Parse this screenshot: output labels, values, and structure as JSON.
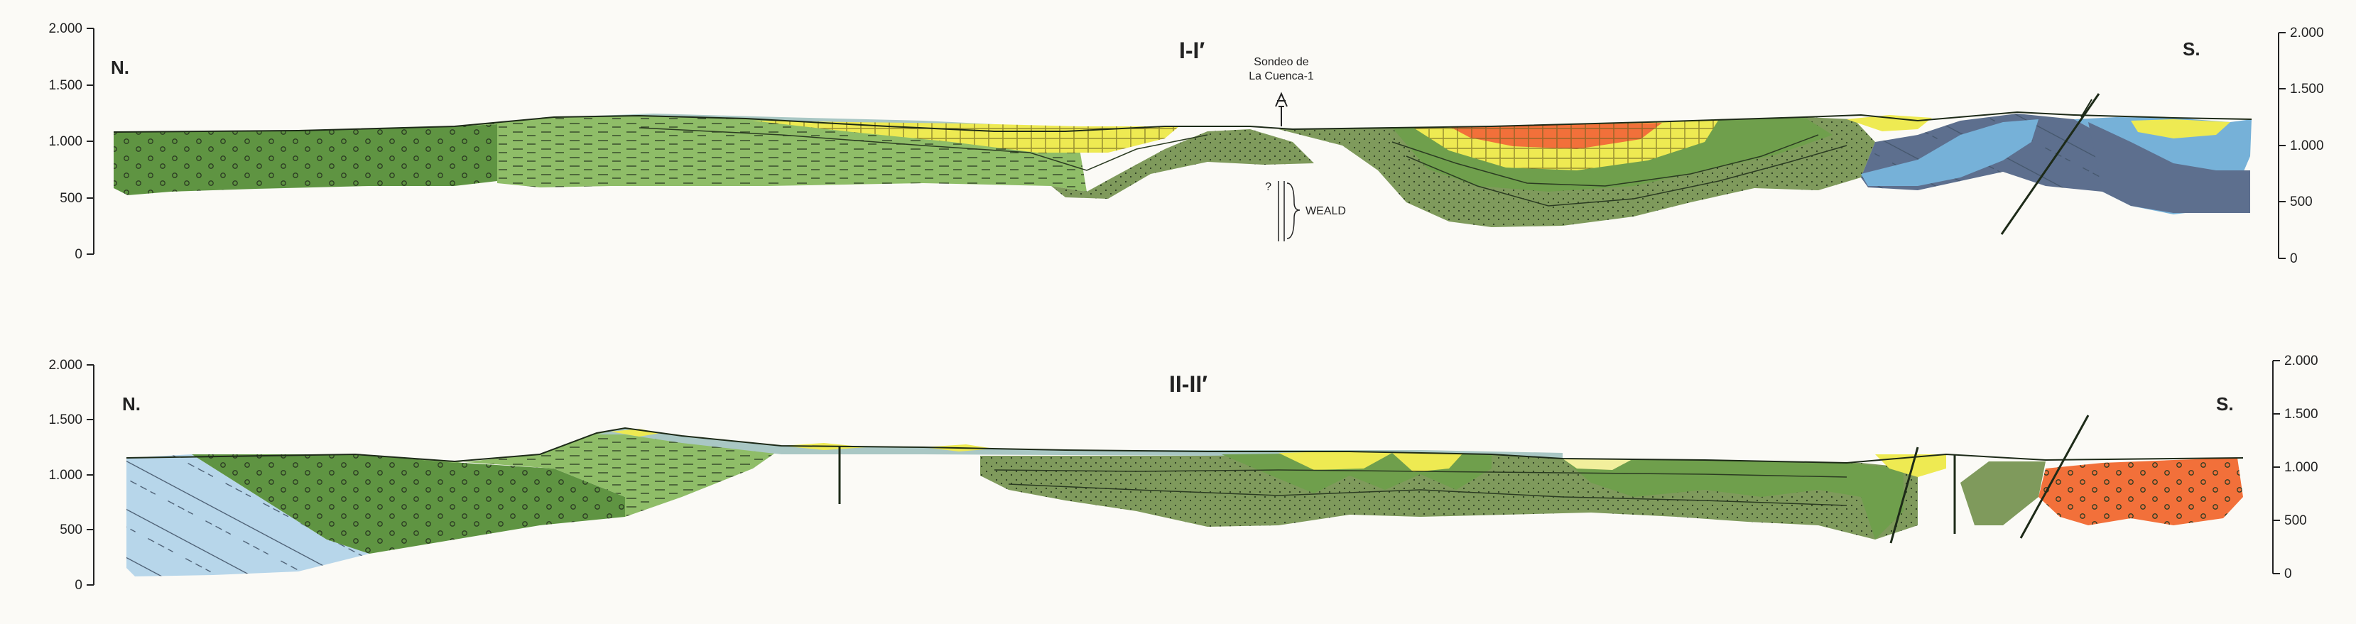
{
  "sections": [
    {
      "title": "I-I′",
      "left_direction": "N.",
      "right_direction": "S.",
      "left_axis_ticks": [
        "2.000",
        "1.500",
        "1.000",
        "500",
        "0"
      ],
      "right_axis_ticks": [
        "2.000",
        "1.500",
        "1.000",
        "500",
        "0"
      ],
      "borehole": {
        "line1": "Sondeo de",
        "line2": "La Cuenca-1",
        "unknown_mark": "?",
        "unit_label": "WEALD"
      }
    },
    {
      "title": "II-II′",
      "left_direction": "N.",
      "right_direction": "S.",
      "left_axis_ticks": [
        "2.000",
        "1.500",
        "1.000",
        "500",
        "0"
      ],
      "right_axis_ticks": [
        "2.000",
        "1.500",
        "1.000",
        "500",
        "0"
      ]
    }
  ],
  "colors": {
    "dark_green": "#5f9442",
    "mid_green": "#7eaf58",
    "light_green": "#9cc47a",
    "olive_green": "#7f9a5c",
    "blue_gray": "#a9c7c4",
    "light_blue": "#b7d6ea",
    "blue": "#76b1d8",
    "slate": "#5d6f8e",
    "yellow": "#eeea52",
    "orange": "#f2703a",
    "pale_yellow": "#f2ef9c"
  }
}
